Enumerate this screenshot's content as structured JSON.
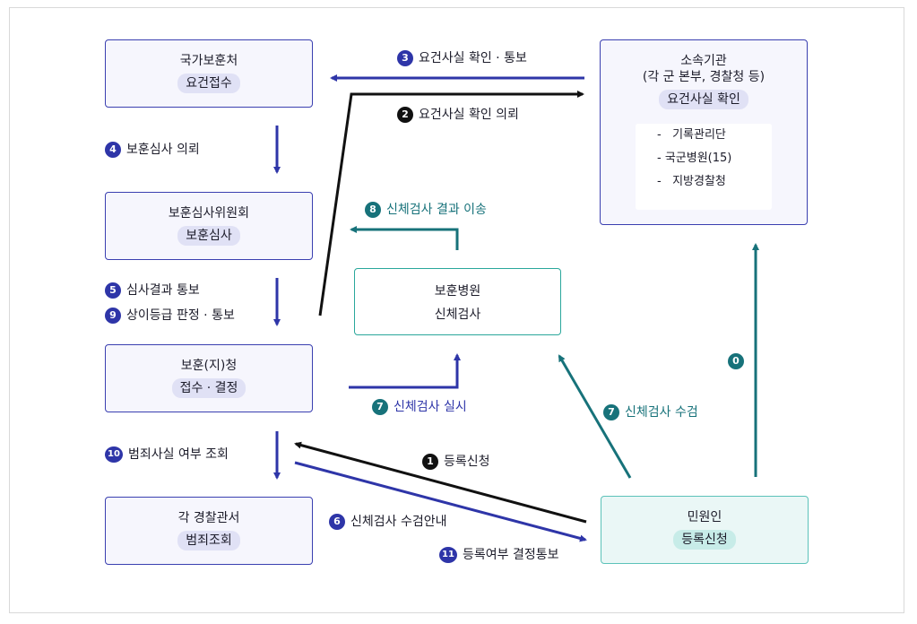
{
  "boxes": {
    "nhb": {
      "title": "국가보훈처",
      "pill": "요건접수"
    },
    "committee": {
      "title": "보훈심사위원회",
      "pill": "보훈심사"
    },
    "office": {
      "title": "보훈(지)청",
      "pill": "접수 · 결정"
    },
    "police": {
      "title": "각 경찰관서",
      "pill": "범죄조회"
    },
    "agency": {
      "title": "소속기관",
      "subtitle": "(각 군 본부, 경찰청 등)",
      "pill": "요건사실 확인",
      "items": [
        "기록관리단",
        "국군병원(15)",
        "지방경찰청"
      ]
    },
    "hospital": {
      "title": "보훈병원",
      "subtitle": "신체검사"
    },
    "civil": {
      "title": "민원인",
      "pill": "등록신청"
    }
  },
  "labels": {
    "l3": {
      "num": "3",
      "text": "요건사실 확인 · 통보"
    },
    "l2": {
      "num": "2",
      "text": "요건사실 확인 의뢰"
    },
    "l4": {
      "num": "4",
      "text": "보훈심사 의뢰"
    },
    "l8": {
      "num": "8",
      "text": "신체검사 결과 이송"
    },
    "l5": {
      "num": "5",
      "text": "심사결과 통보"
    },
    "l9": {
      "num": "9",
      "text": "상이등급 판정 · 통보"
    },
    "l0": {
      "num": "0",
      "text": ""
    },
    "l7a": {
      "num": "7",
      "text": "신체검사 실시"
    },
    "l7b": {
      "num": "7",
      "text": "신체검사 수검"
    },
    "l10": {
      "num": "10",
      "text": "범죄사실 여부 조회"
    },
    "l1": {
      "num": "1",
      "text": "등록신청"
    },
    "l6": {
      "num": "6",
      "text": "신체검사 수검안내"
    },
    "l11": {
      "num": "11",
      "text": "등록여부 결정통보"
    }
  },
  "colors": {
    "blue": "#2e35a8",
    "teal": "#17727a",
    "black": "#111111"
  }
}
